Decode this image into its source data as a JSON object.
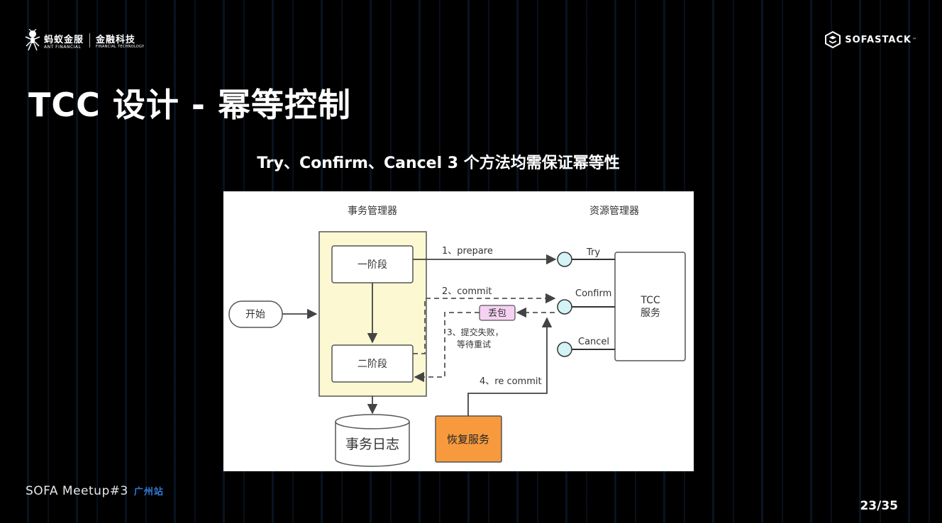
{
  "header": {
    "logo_left_cn": "蚂蚁金服",
    "logo_left_en": "ANT FINANCIAL",
    "logo_left_fin_cn": "金融科技",
    "logo_left_fin_en": "FINANCIAL TECHNOLOGY",
    "logo_right": "SOFASTACK",
    "logo_right_tm": "™"
  },
  "title": "TCC 设计 - 幂等控制",
  "subtitle": "Try、Confirm、Cancel 3 个方法均需保证幂等性",
  "diagram": {
    "tm_label": "事务管理器",
    "rm_label": "资源管理器",
    "start_label": "开始",
    "phase1_label": "一阶段",
    "phase2_label": "二阶段",
    "log_label": "事务日志",
    "recovery_label": "恢复服务",
    "tcc_service_line1": "TCC",
    "tcc_service_line2": "服务",
    "try_label": "Try",
    "confirm_label": "Confirm",
    "cancel_label": "Cancel",
    "step1_label": "1、prepare",
    "step2_label": "2、commit",
    "lost_label": "丢包",
    "step3_line1": "3、提交失败，",
    "step3_line2": "等待重试",
    "step4_label": "4、re commit",
    "colors": {
      "tm_box": "#fbf8d2",
      "recovery_box": "#f79a3e",
      "lost_box": "#f6d2f2",
      "port": "#d3f3f6"
    }
  },
  "footer": {
    "event": "SOFA Meetup#3",
    "city": "广州站",
    "page": "23/35"
  }
}
